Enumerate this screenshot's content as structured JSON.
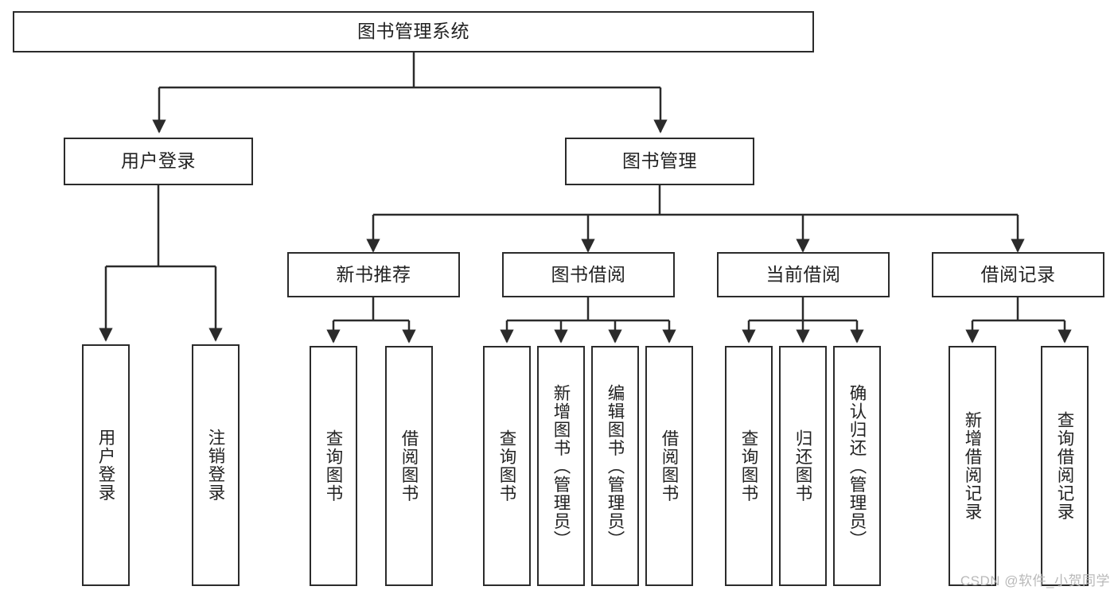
{
  "diagram": {
    "type": "tree-hierarchy",
    "title": "图书管理系统",
    "root": {
      "label": "图书管理系统"
    },
    "level2": [
      {
        "label": "用户登录"
      },
      {
        "label": "图书管理"
      }
    ],
    "level3": [
      {
        "label": "新书推荐"
      },
      {
        "label": "图书借阅"
      },
      {
        "label": "当前借阅"
      },
      {
        "label": "借阅记录"
      }
    ],
    "leaves": {
      "user_login": [
        {
          "label": "用户登录"
        },
        {
          "label": "注销登录"
        }
      ],
      "new_book_recommend": [
        {
          "label": "查询图书"
        },
        {
          "label": "借阅图书"
        }
      ],
      "book_borrow": [
        {
          "label": "查询图书"
        },
        {
          "label": "新增图书（管理员）"
        },
        {
          "label": "编辑图书（管理员）"
        },
        {
          "label": "借阅图书"
        }
      ],
      "current_borrow": [
        {
          "label": "查询图书"
        },
        {
          "label": "归还图书"
        },
        {
          "label": "确认归还（管理员）"
        }
      ],
      "borrow_record": [
        {
          "label": "新增借阅记录"
        },
        {
          "label": "查询借阅记录"
        }
      ]
    }
  },
  "watermark": {
    "text": "CSDN @软件_小贺同学"
  },
  "colors": {
    "stroke": "#2b2b2b",
    "box_fill": "#ffffff",
    "text": "#222222",
    "watermark": "#b9b9b9"
  }
}
